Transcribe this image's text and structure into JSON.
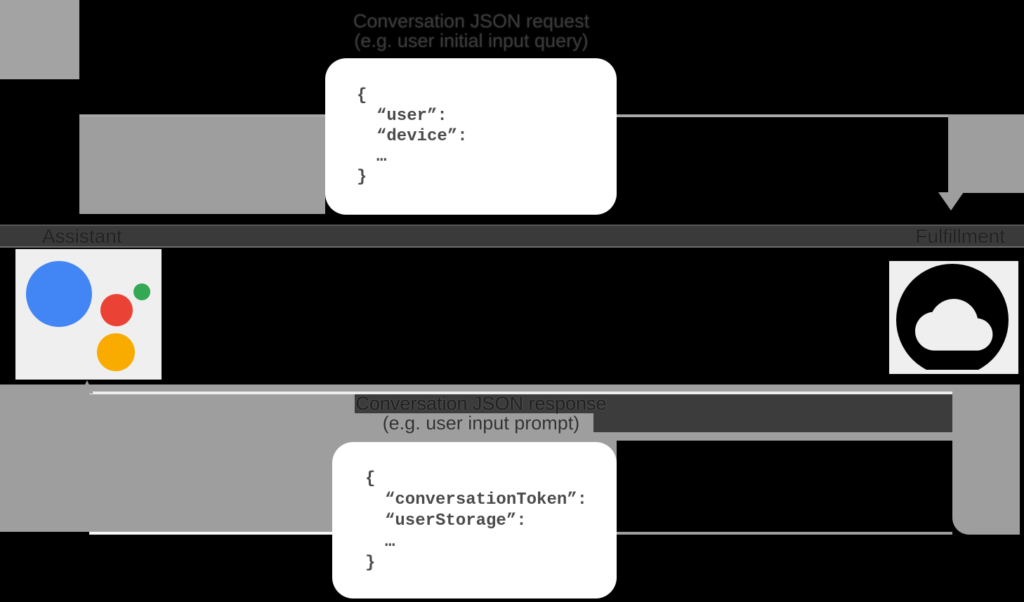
{
  "title_request": {
    "line1": "Conversation JSON request",
    "line2": "(e.g. user initial input query)"
  },
  "request_card": {
    "lines": [
      "{",
      "“user”:",
      "“device”:",
      "…",
      "}"
    ]
  },
  "actors": {
    "assistant": "Assistant",
    "fulfillment": "Fulfillment"
  },
  "title_response": {
    "line1": "Conversation JSON response",
    "line2": "(e.g. user input prompt)"
  },
  "response_card": {
    "lines": [
      "{",
      "“conversationToken”:",
      "“userStorage”:",
      "…",
      "}"
    ]
  },
  "icons": {
    "assistant": "google-assistant-logo",
    "fulfillment": "cloud-icon"
  },
  "colors": {
    "background": "#000000",
    "arrow_gray": "#9e9e9e",
    "band_gray": "#3a3a3a",
    "card_bg": "#ffffff",
    "card_text": "#4a4a4a",
    "assistant_blue": "#4285f4",
    "assistant_red": "#ea4335",
    "assistant_green": "#34a853",
    "assistant_yellow": "#f9ab00",
    "icon_box_bg": "#efefef",
    "cloud_icon": "#000000"
  }
}
